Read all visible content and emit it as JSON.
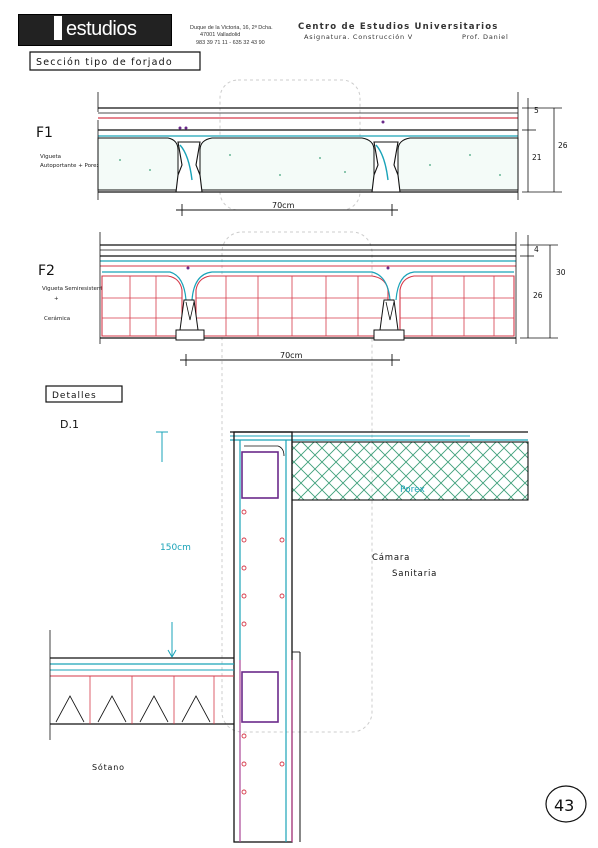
{
  "header": {
    "logo_text": "estudios",
    "address_line1": "Duque de la Victoria, 16, 2ª Dcha.",
    "address_line2": "47001 Valladolid",
    "address_line3": "983 39 71 11 - 635 32 43 90",
    "center_title": "Centro de Estudios Universitarios",
    "subject": "Asignatura. Construcción V",
    "professor": "Prof. Daniel"
  },
  "section_title": "Sección tipo de forjado",
  "f1": {
    "label": "F1",
    "note": "Vigueta Autoportante + Porex",
    "dim_span": "70cm",
    "dim_top": "5",
    "dim_mid": "21",
    "dim_total": "26"
  },
  "f2": {
    "label": "F2",
    "note1": "Vigueta Semiresistente",
    "note_plus": "+",
    "note2": "Cerámica",
    "dim_span": "70cm",
    "dim_top": "4",
    "dim_mid": "26",
    "dim_total": "30"
  },
  "details": {
    "title": "Detalles",
    "d1_label": "D.1",
    "dim_150": "150cm",
    "porex_label": "Porex",
    "chamber_label1": "Cámara",
    "chamber_label2": "Sanitaria",
    "basement_label": "Sótano"
  },
  "page_number": "43",
  "colors": {
    "ink": "#1a1a1a",
    "rebar_cyan": "#1aa3b8",
    "ceramic_red": "#d63a4a",
    "stirrup_purple": "#6a2a8a",
    "magenta": "#c7338f",
    "hatch_green": "#3fa07a"
  }
}
